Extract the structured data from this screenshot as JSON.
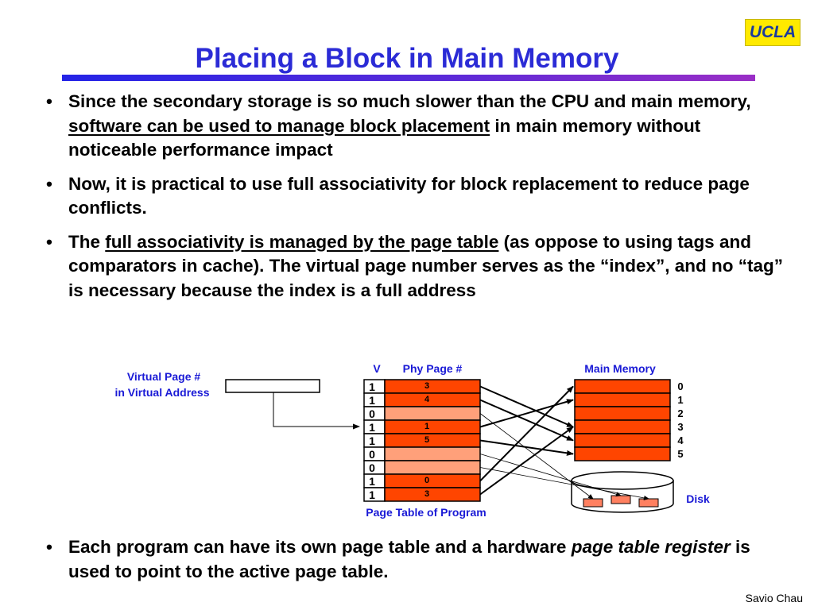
{
  "logo": "UCLA",
  "title": "Placing a Block in Main Memory",
  "bullets": [
    {
      "pre": "Since the secondary storage is so much slower than the CPU and main memory, ",
      "u": "software can be used to manage block placement",
      "post": " in main memory without noticeable performance impact"
    },
    {
      "text": "Now, it is practical to use full associativity for block replacement to reduce page conflicts."
    },
    {
      "pre": "The ",
      "u": "full associativity is managed by the page table",
      "post": " (as oppose to using tags and comparators in cache).  The virtual page number serves as the “index”, and no “tag” is necessary because the index is a full address"
    }
  ],
  "bottom_bullet": {
    "pre": "Each program can have its own page table and a hardware ",
    "em": "page table register",
    "post": " is used to point to the active page table."
  },
  "diagram": {
    "virtual_label_1": "Virtual Page #",
    "virtual_label_2": "in Virtual Address",
    "v_header": "V",
    "phy_header": "Phy Page #",
    "page_table_caption": "Page Table of Program",
    "memory_header": "Main Memory",
    "disk_label": "Disk",
    "page_table": [
      {
        "v": "1",
        "phy": "3"
      },
      {
        "v": "1",
        "phy": "4"
      },
      {
        "v": "0",
        "phy": ""
      },
      {
        "v": "1",
        "phy": "1"
      },
      {
        "v": "1",
        "phy": "5"
      },
      {
        "v": "0",
        "phy": ""
      },
      {
        "v": "0",
        "phy": ""
      },
      {
        "v": "1",
        "phy": "0"
      },
      {
        "v": "1",
        "phy": "3"
      }
    ],
    "memory_frames": [
      "0",
      "1",
      "2",
      "3",
      "4",
      "5"
    ],
    "disk_block_count": 3,
    "colors": {
      "fill": "#ff4500",
      "empty_row": "#ffa07a",
      "label_blue": "#1a1ad6",
      "disk_block": "#ff8060"
    }
  },
  "footer": "Savio Chau"
}
